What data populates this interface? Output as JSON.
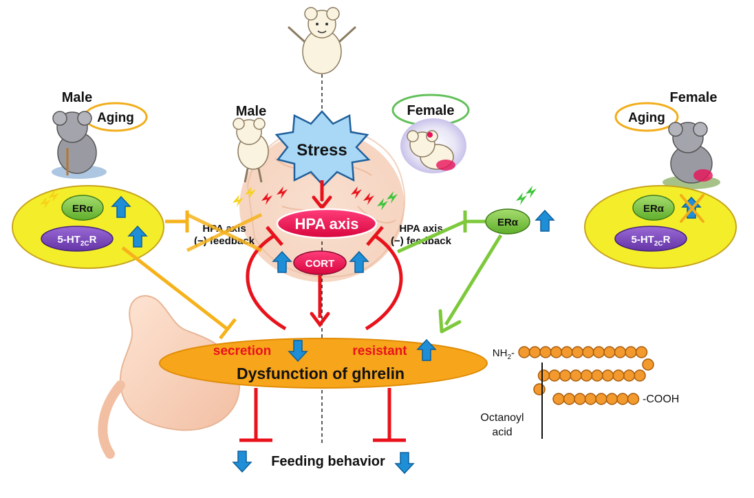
{
  "labels": {
    "male_left": "Male",
    "aging_left": "Aging",
    "male_center": "Male",
    "female_center": "Female",
    "female_right": "Female",
    "aging_right": "Aging",
    "stress": "Stress",
    "hpa_axis": "HPA axis",
    "cort": "CORT",
    "hpa_feedback_left_1": "HPA axis",
    "hpa_feedback_left_2": "(−) feedback",
    "hpa_feedback_right_1": "HPA axis",
    "hpa_feedback_right_2": "(−) feedback",
    "era_left": "ERα",
    "ht2cr_left_main": "5-HT",
    "ht2cr_left_sub": "2C",
    "ht2cr_left_tail": "R",
    "era_center_right": "ERα",
    "era_right": "ERα",
    "ht2cr_right_main": "5-HT",
    "ht2cr_right_sub": "2C",
    "ht2cr_right_tail": "R",
    "secretion": "secretion",
    "resistant": "resistant",
    "ghrelin": "Dysfunction of ghrelin",
    "feeding": "Feeding behavior",
    "nh2_main": "NH",
    "nh2_sub": "2",
    "nh2_tail": "-",
    "cooh": "-COOH",
    "octanoyl": "Octanoyl",
    "acid": "acid"
  },
  "colors": {
    "inhibit_red": "#e8121c",
    "stress_blue": "#a8d8f5",
    "hpa_pink": "#e8114f",
    "era_green": "#7cc242",
    "ht2cr_purple": "#7a45b8",
    "yellow_cell": "#f4ee2a",
    "ghrelin_orange": "#f7a51a",
    "up_down_arrow_blue": "#1e8fd6",
    "male_path_orange": "#f6b21b",
    "female_path_green": "#7dc93b",
    "aging_oval_orange": "#f2ad1a",
    "female_oval_green": "#63c05a",
    "bead_orange": "#f29a2e"
  }
}
